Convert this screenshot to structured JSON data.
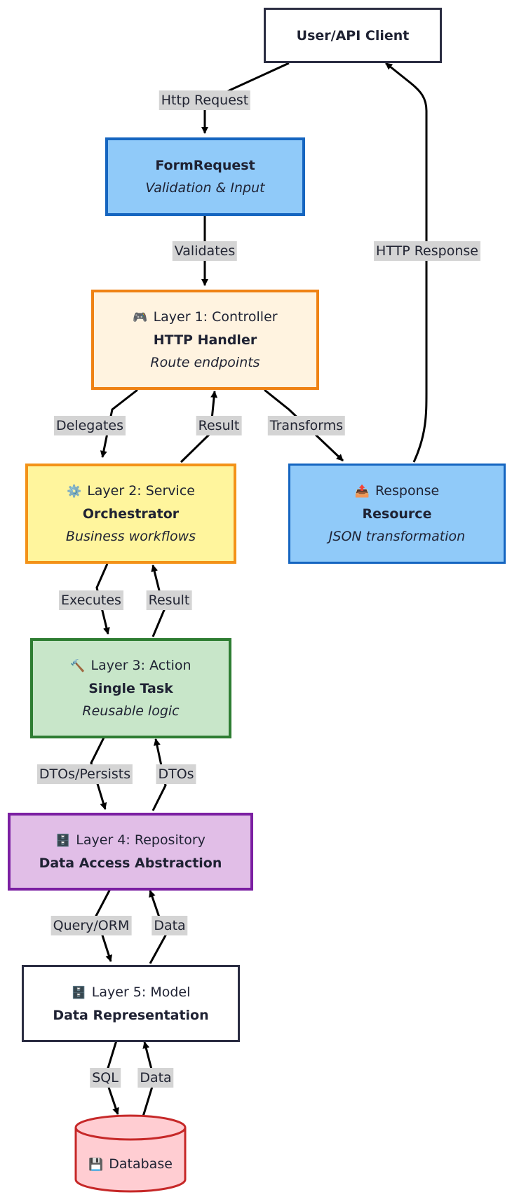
{
  "nodes": {
    "client": {
      "title": "User/API Client"
    },
    "formrequest": {
      "title": "FormRequest",
      "subtitle": "Validation & Input"
    },
    "controller": {
      "icon": "🎮",
      "layer": "Layer 1: Controller",
      "title": "HTTP Handler",
      "subtitle": "Route endpoints"
    },
    "service": {
      "icon": "⚙️",
      "layer": "Layer 2: Service",
      "title": "Orchestrator",
      "subtitle": "Business workflows"
    },
    "response": {
      "icon": "📤",
      "layer": "Response",
      "title": "Resource",
      "subtitle": "JSON transformation"
    },
    "action": {
      "icon": "🔨",
      "layer": "Layer 3: Action",
      "title": "Single Task",
      "subtitle": "Reusable logic"
    },
    "repository": {
      "icon": "🗄️",
      "layer": "Layer 4: Repository",
      "title": "Data Access Abstraction"
    },
    "model": {
      "icon": "🗄️",
      "layer": "Layer 5: Model",
      "title": "Data Representation"
    },
    "database": {
      "icon": "💾",
      "title": "Database"
    }
  },
  "edges": {
    "http_request": "Http Request",
    "validates": "Validates",
    "http_response": "HTTP Response",
    "delegates": "Delegates",
    "result_service": "Result",
    "transforms": "Transforms",
    "executes": "Executes",
    "result_action": "Result",
    "dtos_persists": "DTOs/Persists",
    "dtos": "DTOs",
    "query_orm": "Query/ORM",
    "data_repo": "Data",
    "sql": "SQL",
    "data_db": "Data"
  },
  "colors": {
    "client_fill": "#ffffff",
    "client_border": "#2b2d42",
    "formrequest_fill": "#90caf9",
    "formrequest_border": "#1565c0",
    "controller_fill": "#fff3e0",
    "controller_border": "#ef8214",
    "service_fill": "#fff59d",
    "service_border": "#f39218",
    "response_fill": "#90caf9",
    "response_border": "#1565c0",
    "action_fill": "#c8e6c9",
    "action_border": "#2e7d32",
    "repository_fill": "#e1bee7",
    "repository_border": "#7b1fa2",
    "model_fill": "#ffffff",
    "model_border": "#2b2d42",
    "database_fill": "#ffcdd2",
    "database_border": "#c62828",
    "label_bg": "#d4d4d4"
  }
}
